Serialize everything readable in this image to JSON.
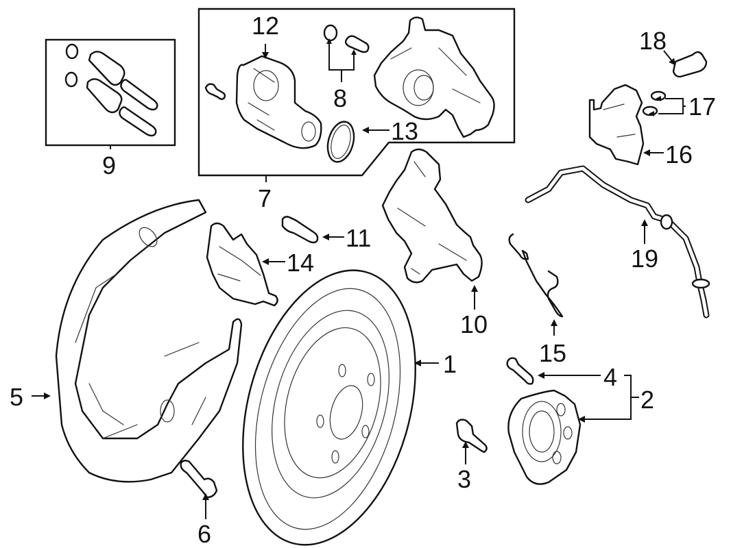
{
  "diagram": {
    "type": "exploded-parts-diagram",
    "subject": "Rear disc brake assembly with electric parking brake caliper",
    "line_color": "#111111",
    "background": "#ffffff",
    "callouts": [
      {
        "number": "1",
        "part": "rotor"
      },
      {
        "number": "2",
        "part": "hub-bearing-group"
      },
      {
        "number": "3",
        "part": "hub-bolt"
      },
      {
        "number": "4",
        "part": "wheel-stud"
      },
      {
        "number": "5",
        "part": "splash-shield"
      },
      {
        "number": "6",
        "part": "shield-bolt"
      },
      {
        "number": "7",
        "part": "caliper-assembly-group"
      },
      {
        "number": "8",
        "part": "bleeder-screw-and-cap"
      },
      {
        "number": "9",
        "part": "guide-pin-kit-group"
      },
      {
        "number": "10",
        "part": "caliper-bracket"
      },
      {
        "number": "11",
        "part": "bracket-bolt"
      },
      {
        "number": "12",
        "part": "parking-brake-actuator"
      },
      {
        "number": "13",
        "part": "actuator-seal"
      },
      {
        "number": "14",
        "part": "brake-pads"
      },
      {
        "number": "15",
        "part": "anti-rattle-clip"
      },
      {
        "number": "16",
        "part": "brake-hose-bracket"
      },
      {
        "number": "17",
        "part": "washers"
      },
      {
        "number": "18",
        "part": "banjo-bolt"
      },
      {
        "number": "19",
        "part": "brake-hose"
      }
    ]
  }
}
